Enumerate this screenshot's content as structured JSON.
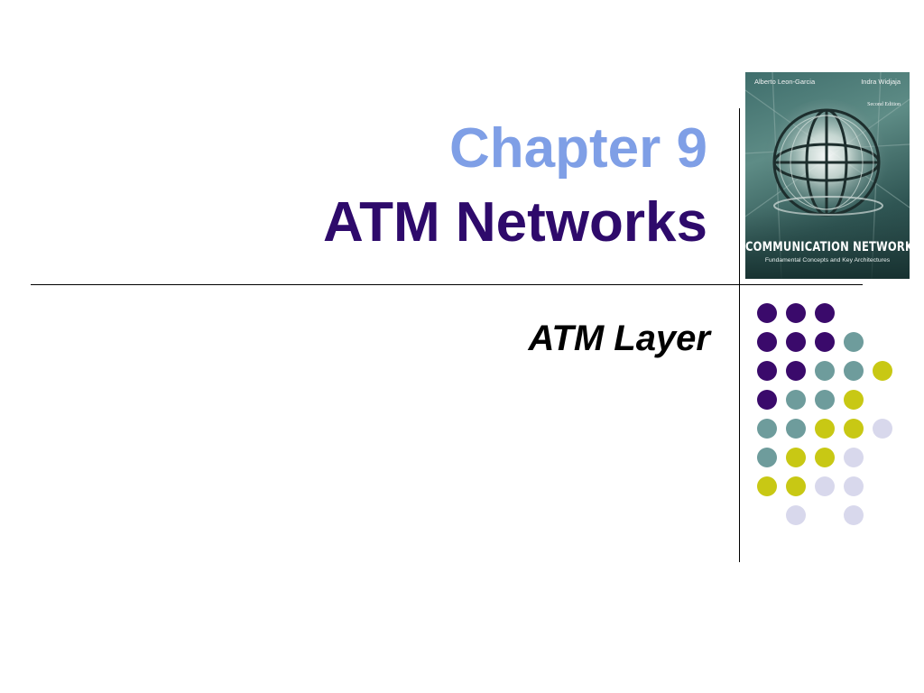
{
  "slide": {
    "title_line1": "Chapter 9",
    "title_line2": "ATM Networks",
    "subtitle": "ATM Layer"
  },
  "book_cover": {
    "author1": "Alberto Leon-Garcia",
    "author2": "Indra Widjaja",
    "edition": "Second Edition",
    "title": "COMMUNICATION NETWORKS",
    "subtitle": "Fundamental Concepts and Key Architectures"
  },
  "colors": {
    "title_line1": "#7f9fe6",
    "title_line2": "#2e0a6b",
    "dark_purple": "#3a0a6b",
    "teal": "#6e9c9c",
    "yellow": "#c8c814",
    "lavender": "#d8d8ec"
  },
  "dot_pattern": [
    [
      "dark_purple",
      "dark_purple",
      "dark_purple",
      null,
      null
    ],
    [
      "dark_purple",
      "dark_purple",
      "dark_purple",
      "teal",
      null
    ],
    [
      "dark_purple",
      "dark_purple",
      "teal",
      "teal",
      "yellow"
    ],
    [
      "dark_purple",
      "teal",
      "teal",
      "yellow",
      null
    ],
    [
      "teal",
      "teal",
      "yellow",
      "yellow",
      "lavender"
    ],
    [
      "teal",
      "yellow",
      "yellow",
      "lavender",
      null
    ],
    [
      "yellow",
      "yellow",
      "lavender",
      "lavender",
      null
    ],
    [
      null,
      "lavender",
      null,
      "lavender",
      null
    ]
  ]
}
